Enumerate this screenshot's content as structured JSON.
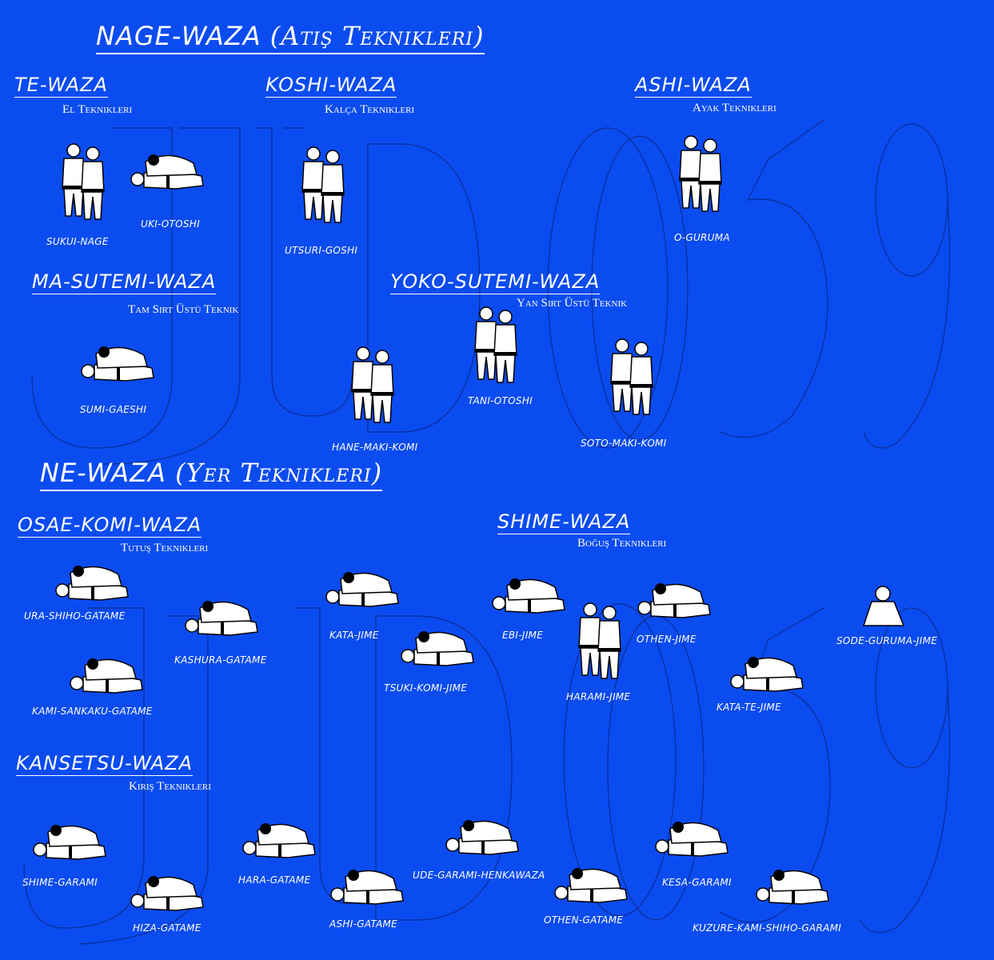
{
  "nage_waza": {
    "title": "NAGE-WAZA",
    "subtitle": "(Atış Teknikleri)"
  },
  "ne_waza": {
    "title": "NE-WAZA",
    "subtitle": "(Yer Teknikleri)"
  },
  "watermark": {
    "top": "J U D O 5 9",
    "bottom": "J U D O 5 9"
  },
  "groups": {
    "te_waza": {
      "title": "TE-WAZA",
      "subtitle": "El Teknikleri"
    },
    "koshi_waza": {
      "title": "KOSHI-WAZA",
      "subtitle": "Kalça Teknikleri"
    },
    "ashi_waza": {
      "title": "ASHI-WAZA",
      "subtitle": "Ayak Teknikleri"
    },
    "ma_sutemi_waza": {
      "title": "MA-SUTEMI-WAZA",
      "subtitle": "Tam Sırt Üstü Teknik"
    },
    "yoko_sutemi_waza": {
      "title": "YOKO-SUTEMI-WAZA",
      "subtitle": "Yan Sırt Üstü Teknik"
    },
    "osae_komi_waza": {
      "title": "OSAE-KOMI-WAZA",
      "subtitle": "Tutuş Teknikleri"
    },
    "shime_waza": {
      "title": "SHIME-WAZA",
      "subtitle": "Boğuş Teknikleri"
    },
    "kansetsu_waza": {
      "title": "KANSETSU-WAZA",
      "subtitle": "Kırış Teknikleri"
    }
  },
  "techniques": {
    "sukui_nage": "SUKUI-NAGE",
    "uki_otoshi": "UKI-OTOSHI",
    "utsuri_goshi": "UTSURI-GOSHI",
    "o_guruma": "O-GURUMA",
    "sumi_gaeshi": "SUMI-GAESHI",
    "hane_maki_komi": "HANE-MAKI-KOMI",
    "tani_otoshi": "TANI-OTOSHI",
    "soto_maki_komi": "SOTO-MAKI-KOMI",
    "ura_shiho_gatame": "URA-SHIHO-GATAME",
    "kashura_gatame": "KASHURA-GATAME",
    "kami_sankaku_gatame": "KAMI-SANKAKU-GATAME",
    "kata_jime": "KATA-JIME",
    "tsuki_komi_jime": "TSUKI-KOMI-JIME",
    "ebi_jime": "EBI-JIME",
    "harami_jime": "HARAMI-JIME",
    "othen_jime": "OTHEN-JIME",
    "kata_te_jime": "KATA-TE-JIME",
    "sode_guruma_jime": "SODE-GURUMA-JIME",
    "shime_garami": "SHIME-GARAMI",
    "hiza_gatame": "HIZA-GATAME",
    "hara_gatame": "HARA-GATAME",
    "ashi_gatame": "ASHI-GATAME",
    "ude_garami_henkawaza": "UDE-GARAMI-HENKAWAZA",
    "othen_gatame": "OTHEN-GATAME",
    "kesa_garami": "KESA-GARAMI",
    "kuzure_kami_shiho_garami": "KUZURE-KAMI-SHIHO-GARAMI"
  },
  "colors": {
    "background": "#0b4cf0",
    "text": "#ffffff",
    "figure_fill": "#ffffff",
    "figure_dark": "#000000"
  }
}
